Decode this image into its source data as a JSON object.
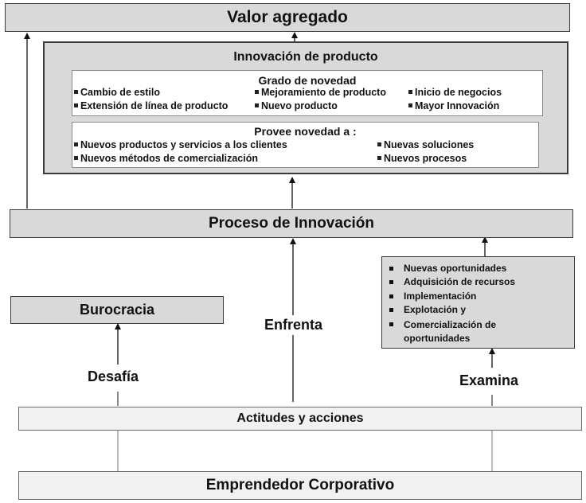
{
  "top_box": {
    "title": "Valor agregado"
  },
  "product_innovation": {
    "title": "Innovación de producto",
    "degree": {
      "title": "Grado de novedad",
      "items": [
        "Cambio de estilo",
        "Mejoramiento de producto",
        "Inicio de negocios",
        "Extensión de línea de producto",
        "Nuevo producto",
        "Mayor Innovación"
      ]
    },
    "provides": {
      "title": "Provee novedad a :",
      "items": [
        "Nuevos  productos y servicios a los clientes",
        "Nuevas soluciones",
        "Nuevos métodos de comercialización",
        "Nuevos procesos"
      ]
    }
  },
  "process": {
    "title": "Proceso de Innovación"
  },
  "bureaucracy": {
    "title": "Burocracia"
  },
  "opportunities": {
    "items": [
      "Nuevas oportunidades",
      "Adquisición de recursos",
      "Implementación",
      "Explotación y",
      "Comercialización de oportunidades"
    ]
  },
  "labels": {
    "challenges": "Desafía",
    "faces": "Enfrenta",
    "examines": "Examina"
  },
  "attitudes": {
    "title": "Actitudes y acciones"
  },
  "entrepreneur": {
    "title": "Emprendedor Corporativo"
  }
}
